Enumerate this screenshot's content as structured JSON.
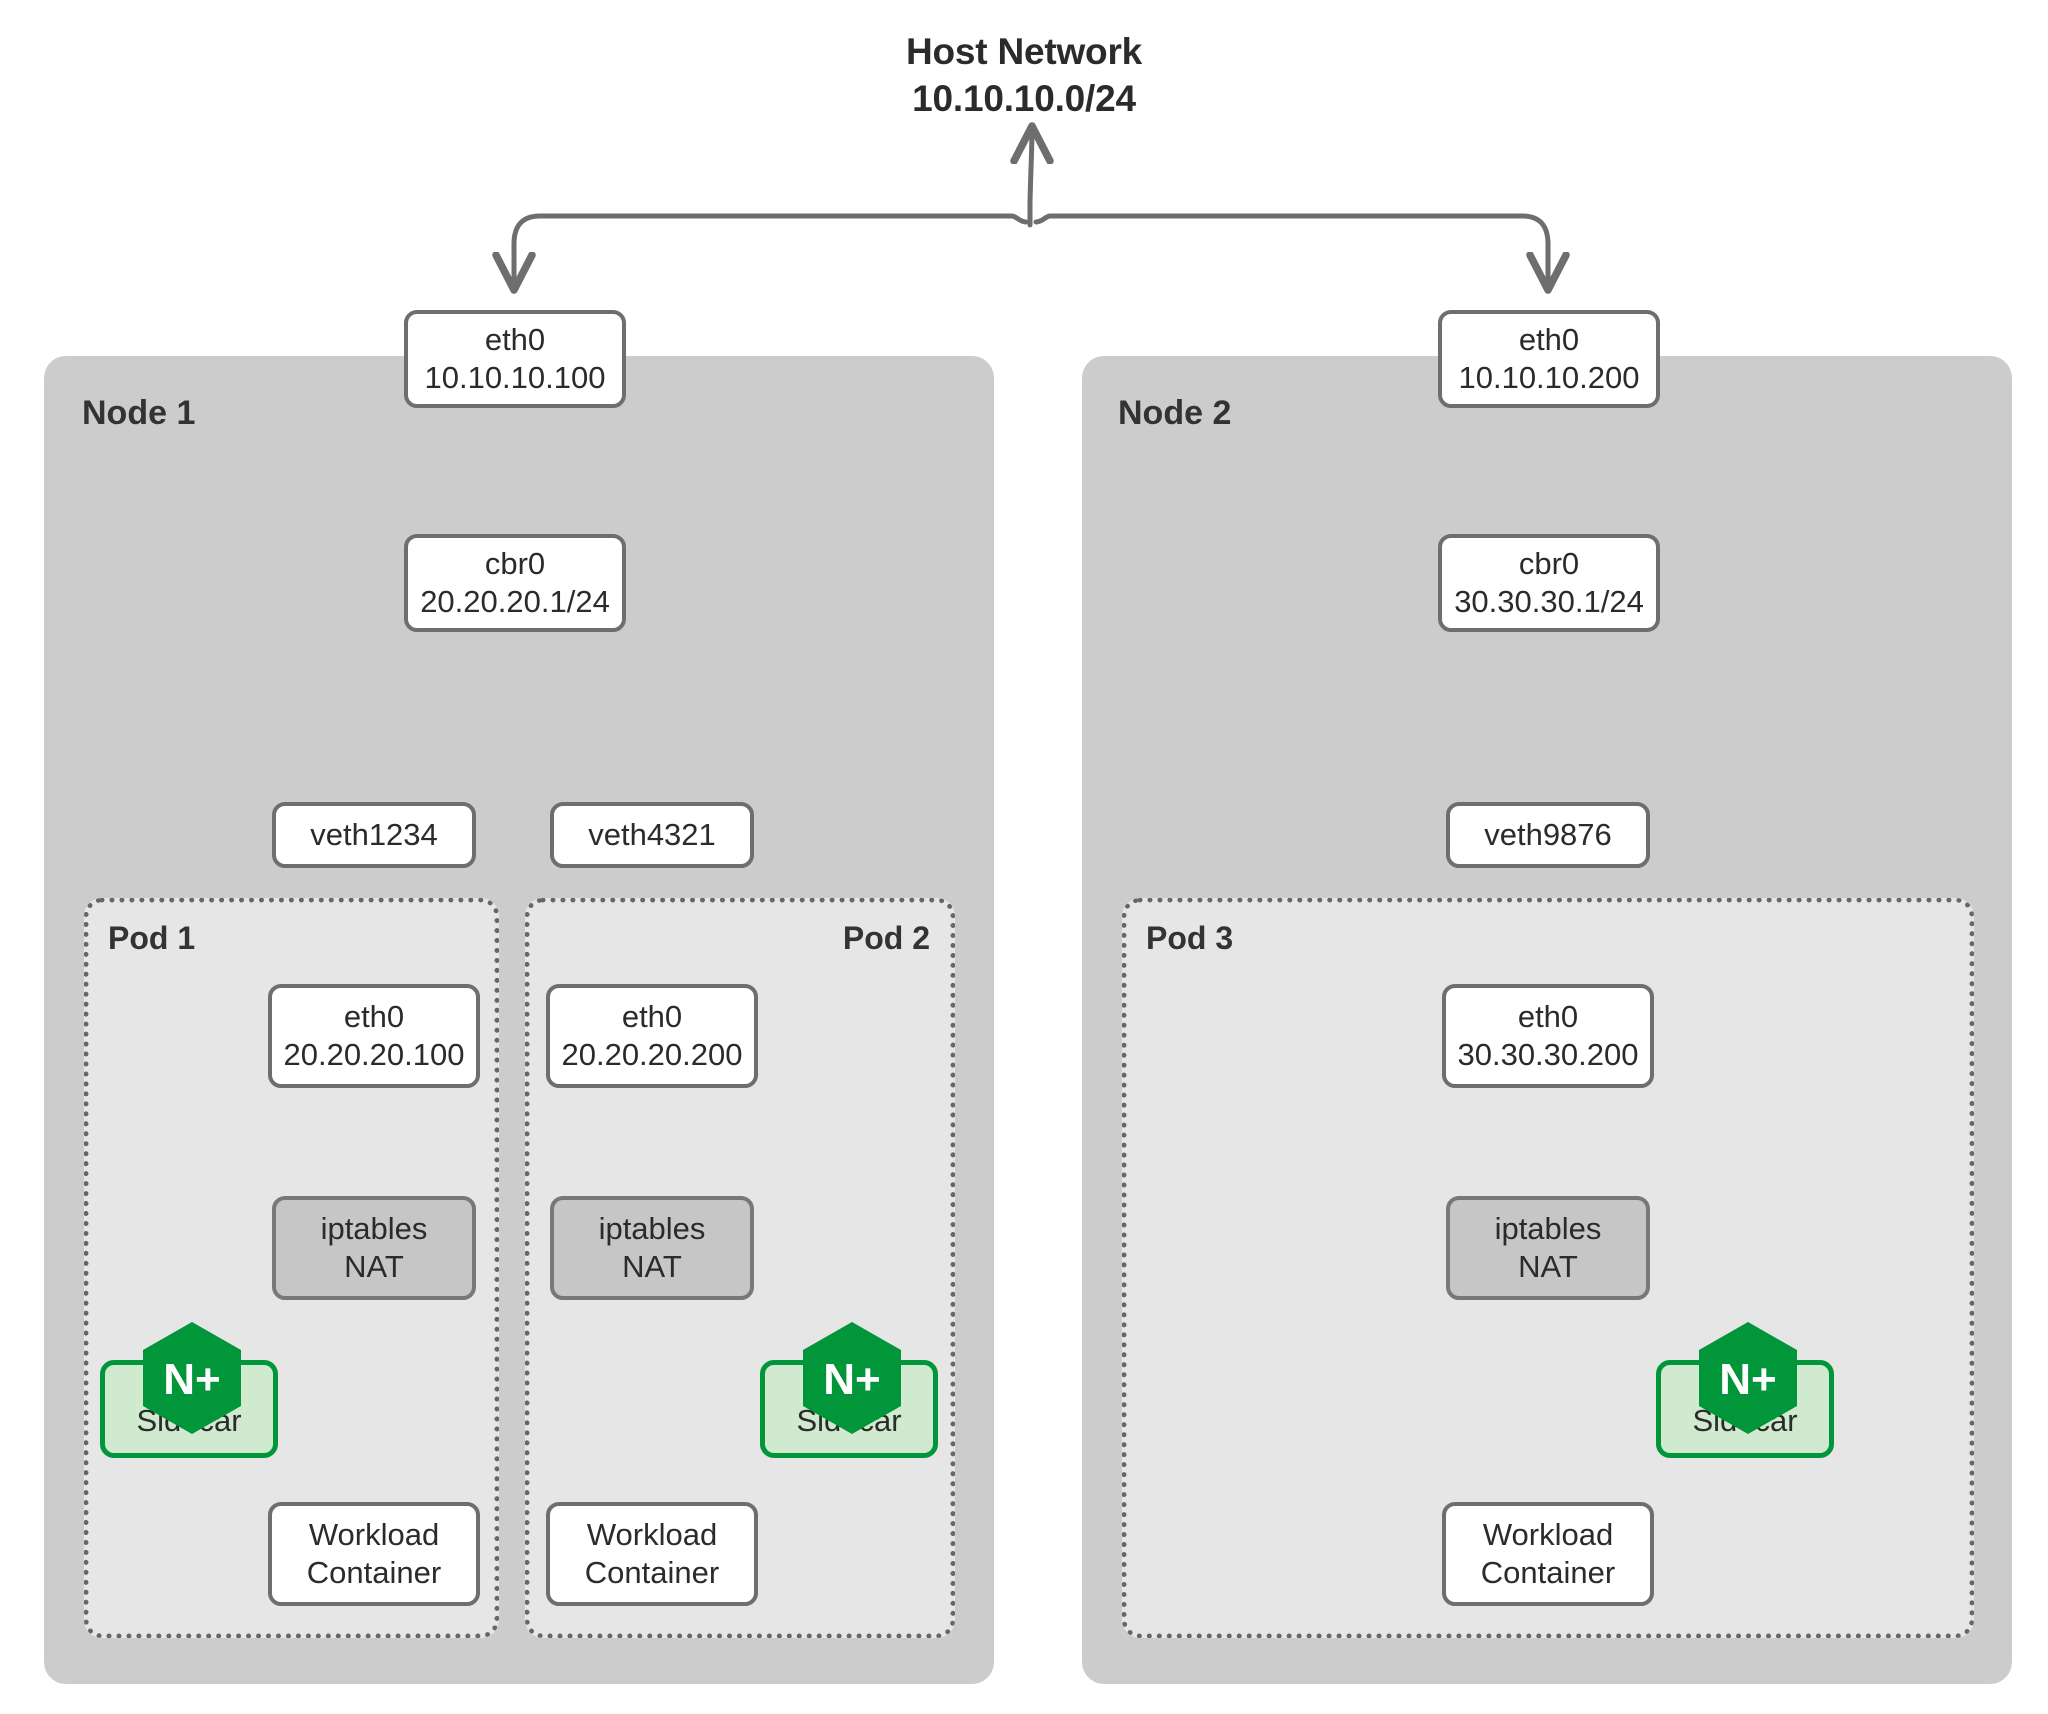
{
  "diagram": {
    "title_line1": "Host Network",
    "title_line2": "10.10.10.0/24",
    "colors": {
      "node_fill": "#cccccc",
      "pod_fill": "#e6e6e6",
      "box_fill": "#ffffff",
      "box_stroke": "#6e6e6e",
      "iptables_fill": "#c6c6c6",
      "sidecar_fill": "#cfeacf",
      "sidecar_stroke": "#009639",
      "nginx_green": "#009639",
      "arrow": "#6e6e6e",
      "text": "#2b2b2b",
      "background": "#ffffff"
    }
  },
  "nodes": [
    {
      "label": "Node 1",
      "eth0": {
        "line1": "eth0",
        "line2": "10.10.10.100"
      },
      "bridge": {
        "line1": "cbr0",
        "line2": "20.20.20.1/24"
      },
      "veths": [
        {
          "label": "veth1234"
        },
        {
          "label": "veth4321"
        }
      ],
      "pods": [
        {
          "label": "Pod 1",
          "label_align": "left",
          "eth0": {
            "line1": "eth0",
            "line2": "20.20.20.100"
          },
          "iptables": {
            "line1": "iptables",
            "line2": "NAT"
          },
          "sidecar": {
            "label": "Sidecar",
            "logo": "nginx-plus-hex-icon",
            "logo_text": "N+"
          },
          "workload": {
            "line1": "Workload",
            "line2": "Container"
          },
          "sidecar_side": "left"
        },
        {
          "label": "Pod 2",
          "label_align": "right",
          "eth0": {
            "line1": "eth0",
            "line2": "20.20.20.200"
          },
          "iptables": {
            "line1": "iptables",
            "line2": "NAT"
          },
          "sidecar": {
            "label": "Sidecar",
            "logo": "nginx-plus-hex-icon",
            "logo_text": "N+"
          },
          "workload": {
            "line1": "Workload",
            "line2": "Container"
          },
          "sidecar_side": "right"
        }
      ]
    },
    {
      "label": "Node 2",
      "eth0": {
        "line1": "eth0",
        "line2": "10.10.10.200"
      },
      "bridge": {
        "line1": "cbr0",
        "line2": "30.30.30.1/24"
      },
      "veths": [
        {
          "label": "veth9876"
        }
      ],
      "pods": [
        {
          "label": "Pod 3",
          "label_align": "left",
          "eth0": {
            "line1": "eth0",
            "line2": "30.30.30.200"
          },
          "iptables": {
            "line1": "iptables",
            "line2": "NAT"
          },
          "sidecar": {
            "label": "Sidecar",
            "logo": "nginx-plus-hex-icon",
            "logo_text": "N+"
          },
          "workload": {
            "line1": "Workload",
            "line2": "Container"
          },
          "sidecar_side": "right"
        }
      ]
    }
  ]
}
